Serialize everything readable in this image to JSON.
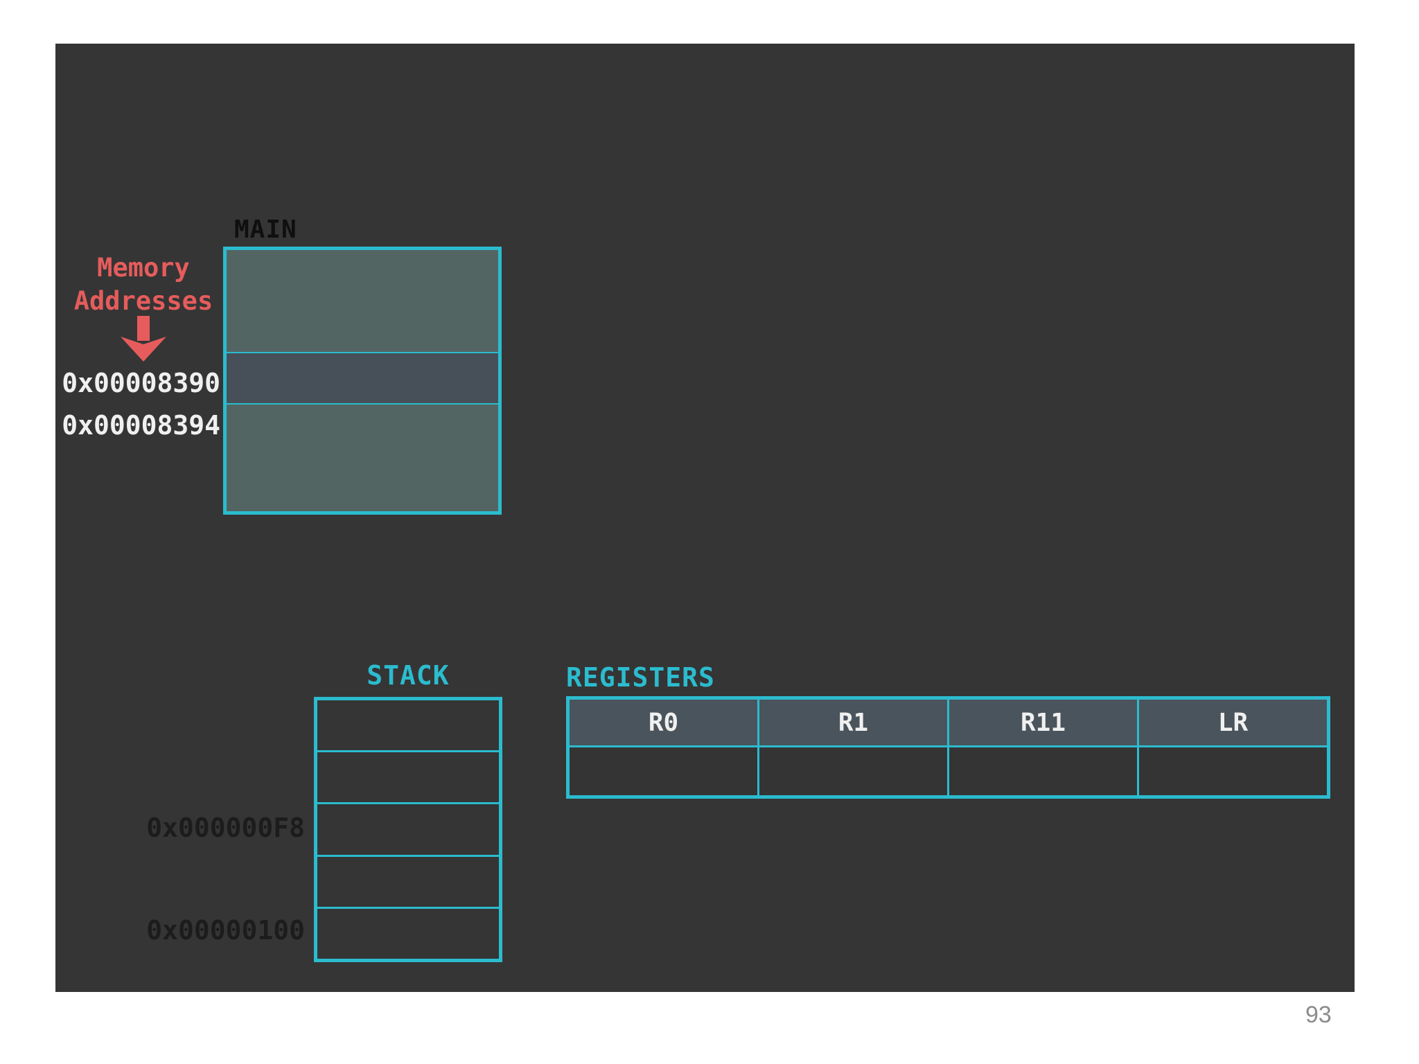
{
  "main": {
    "title": "MAIN",
    "memory_label": {
      "line1": "Memory",
      "line2": "Addresses"
    },
    "addresses": [
      "0x00008390",
      "0x00008394"
    ],
    "row_count": 3
  },
  "stack": {
    "title": "STACK",
    "addresses": [
      "0x000000F8",
      "0x00000100"
    ],
    "row_count": 5
  },
  "registers": {
    "title": "REGISTERS",
    "columns": [
      "R0",
      "R1",
      "R11",
      "LR"
    ],
    "value_row_count": 1
  },
  "footer": {
    "page_number": "93"
  },
  "colors": {
    "canvas": "#FFFFFF",
    "slide_bg": "#353535",
    "cyan": "#2BBCCF",
    "red": "#E65C5C",
    "main_row_teal": "#536562",
    "main_row_slate": "#475059",
    "register_header_fill": "#4A545C",
    "register_cell_fill": "#343434",
    "white_text": "#F0F0F0",
    "dark_text": "#1C1C1C",
    "main_title_text": "#0F0F0F",
    "page_number_text": "#8C8C8C"
  }
}
